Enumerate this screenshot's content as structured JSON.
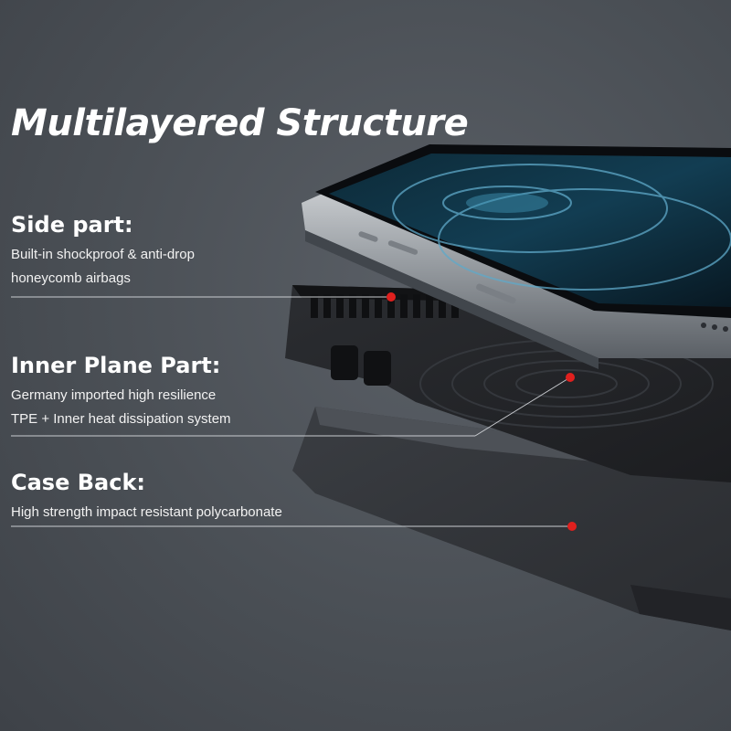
{
  "title": "Multilayered Structure",
  "callouts": [
    {
      "heading": "Side part:",
      "lines": [
        "Built-in shockproof & anti-drop",
        "honeycomb airbags"
      ]
    },
    {
      "heading": "Inner Plane Part:",
      "lines": [
        "Germany imported high resilience",
        "TPE + Inner heat dissipation system"
      ]
    },
    {
      "heading": "Case Back:",
      "lines": [
        "High strength impact resistant polycarbonate"
      ]
    }
  ],
  "colors": {
    "marker": "#e0201e",
    "leader_line": "#c9ccd0",
    "text": "#ffffff"
  }
}
